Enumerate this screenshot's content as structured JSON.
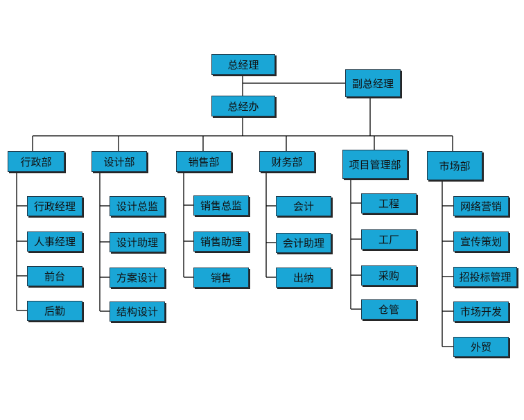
{
  "org": {
    "gm": "总经理",
    "deputy": "副总经理",
    "office": "总经办",
    "departments": [
      {
        "name": "行政部",
        "subs": [
          "行政经理",
          "人事经理",
          "前台",
          "后勤"
        ]
      },
      {
        "name": "设计部",
        "subs": [
          "设计总监",
          "设计助理",
          "方案设计",
          "结构设计"
        ]
      },
      {
        "name": "销售部",
        "subs": [
          "销售总监",
          "销售助理",
          "销售"
        ]
      },
      {
        "name": "财务部",
        "subs": [
          "会计",
          "会计助理",
          "出纳"
        ]
      },
      {
        "name": "项目管理部",
        "subs": [
          "工程",
          "工厂",
          "采购",
          "仓管"
        ]
      },
      {
        "name": "市场部",
        "subs": [
          "网络营销",
          "宣传策划",
          "招投标管理",
          "市场开发",
          "外贸"
        ]
      }
    ]
  },
  "colors": {
    "box_fill": "#1aa6d6",
    "line": "#000000"
  }
}
